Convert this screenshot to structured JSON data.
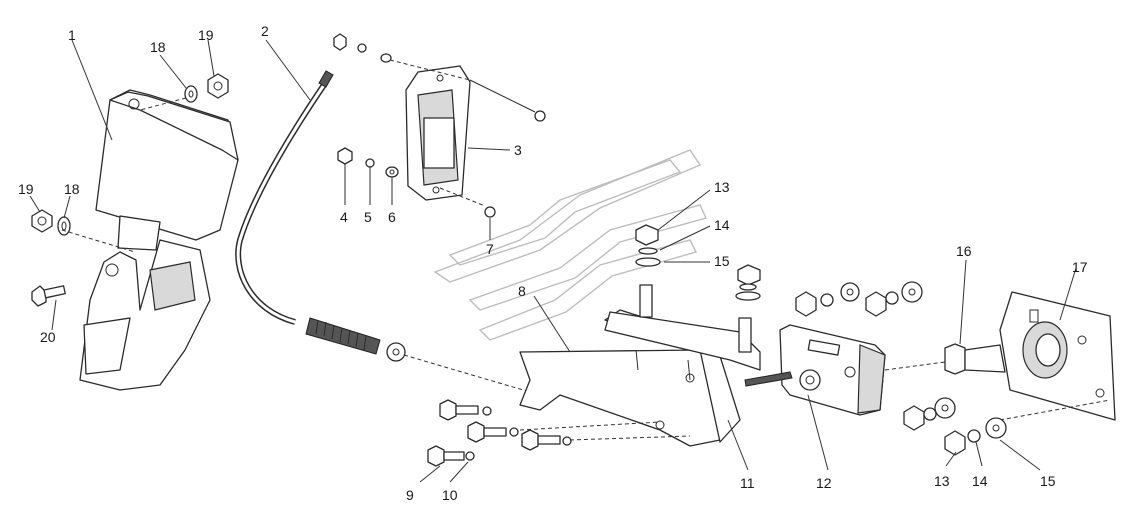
{
  "diagram": {
    "callouts": [
      {
        "id": "c1",
        "text": "1"
      },
      {
        "id": "c2",
        "text": "2"
      },
      {
        "id": "c3",
        "text": "3"
      },
      {
        "id": "c4",
        "text": "4"
      },
      {
        "id": "c5",
        "text": "5"
      },
      {
        "id": "c6",
        "text": "6"
      },
      {
        "id": "c7",
        "text": "7"
      },
      {
        "id": "c8",
        "text": "8"
      },
      {
        "id": "c9",
        "text": "9"
      },
      {
        "id": "c10",
        "text": "10"
      },
      {
        "id": "c11",
        "text": "11"
      },
      {
        "id": "c12",
        "text": "12"
      },
      {
        "id": "c13a",
        "text": "13"
      },
      {
        "id": "c14a",
        "text": "14"
      },
      {
        "id": "c15a",
        "text": "15"
      },
      {
        "id": "c16",
        "text": "16"
      },
      {
        "id": "c17",
        "text": "17"
      },
      {
        "id": "c18a",
        "text": "18"
      },
      {
        "id": "c19a",
        "text": "19"
      },
      {
        "id": "c18b",
        "text": "18"
      },
      {
        "id": "c19b",
        "text": "19"
      },
      {
        "id": "c20",
        "text": "20"
      },
      {
        "id": "c13b",
        "text": "13"
      },
      {
        "id": "c14b",
        "text": "14"
      },
      {
        "id": "c15b",
        "text": "15"
      }
    ]
  }
}
